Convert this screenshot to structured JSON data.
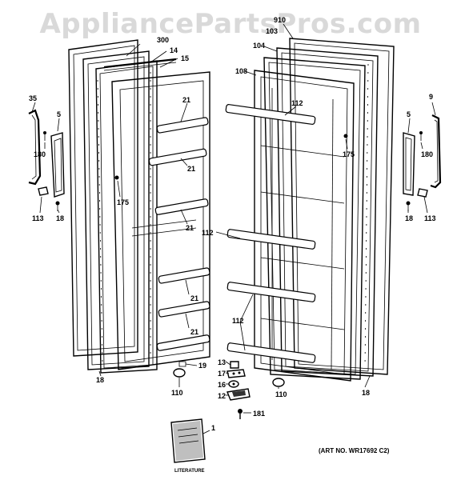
{
  "watermark": "AppliancePartsPros.com",
  "art_number": "(ART NO. WR17692 C2)",
  "literature_label": "LITERATURE",
  "labels": {
    "l300": "300",
    "l14": "14",
    "l15": "15",
    "l35": "35",
    "l5_left": "5",
    "l180_left": "180",
    "l113_left": "113",
    "l18_left_handle": "18",
    "l21_a": "21",
    "l21_b": "21",
    "l21_c": "21",
    "l21_d": "21",
    "l21_e": "21",
    "l175_left": "175",
    "l18_left_bottom": "18",
    "l19": "19",
    "l110_left": "110",
    "l910": "910",
    "l103": "103",
    "l104": "104",
    "l108": "108",
    "l112_a": "112",
    "l112_b": "112",
    "l112_c": "112",
    "l175_right": "175",
    "l9": "9",
    "l5_right": "5",
    "l180_right": "180",
    "l18_right_handle": "18",
    "l113_right": "113",
    "l18_right_bottom": "18",
    "l13": "13",
    "l17": "17",
    "l16": "16",
    "l12": "12",
    "l181": "181",
    "l110_right": "110",
    "l1": "1"
  }
}
